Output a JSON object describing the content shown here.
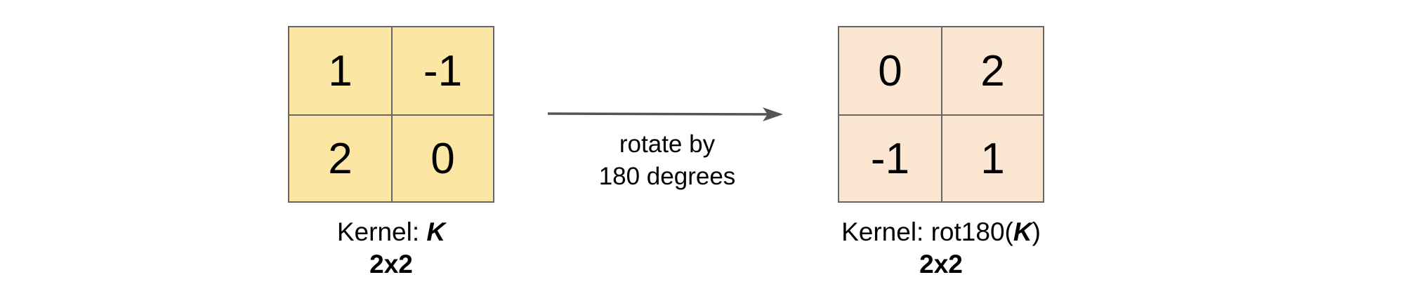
{
  "kernel": {
    "cells": [
      [
        "1",
        "-1"
      ],
      [
        "2",
        "0"
      ]
    ],
    "caption_prefix": "Kernel: ",
    "caption_symbol": "K",
    "size": "2x2",
    "fill_color": "#fbe7a3"
  },
  "rotated_kernel": {
    "cells": [
      [
        "0",
        "2"
      ],
      [
        "-1",
        "1"
      ]
    ],
    "caption_prefix": "Kernel: rot180(",
    "caption_symbol": "K",
    "caption_suffix": ")",
    "size": "2x2",
    "fill_color": "#fbe6d2"
  },
  "arrow": {
    "label_line1": "rotate by",
    "label_line2": "180 degrees",
    "color": "#555555"
  },
  "border_color": "#666666"
}
